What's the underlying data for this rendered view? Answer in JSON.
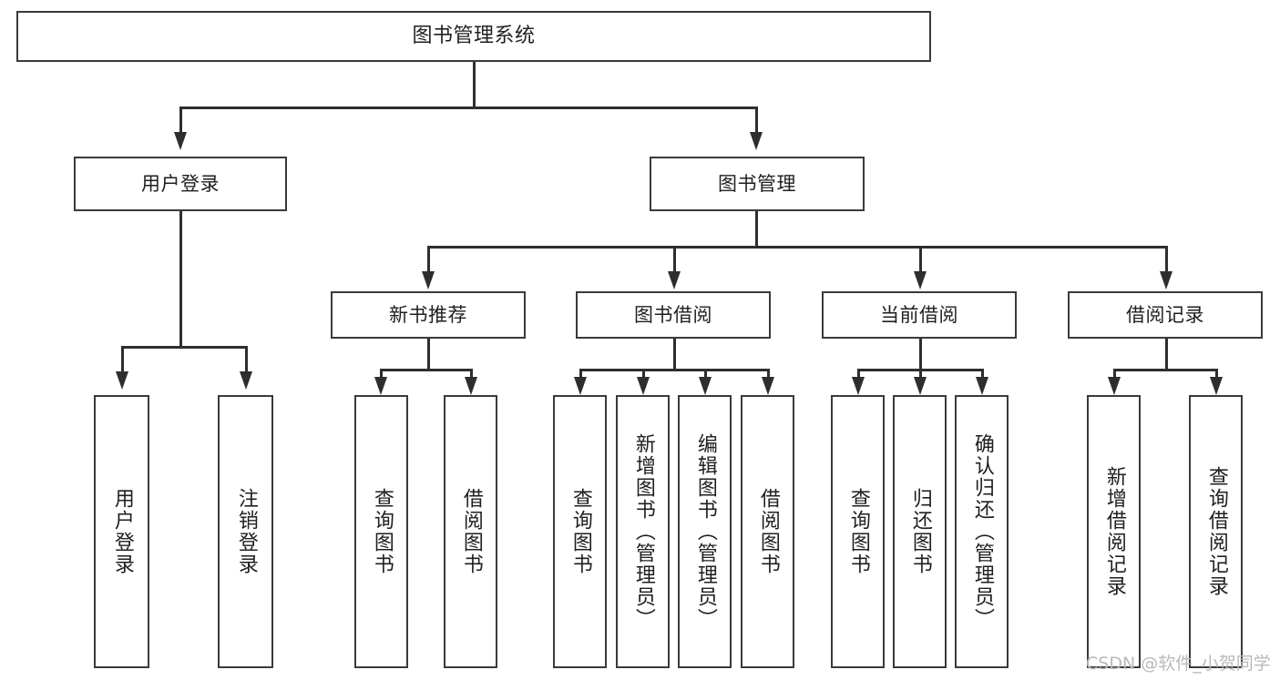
{
  "diagram": {
    "title": "图书管理系统",
    "type": "功能结构图",
    "watermark": "CSDN @软件_小贺同学"
  },
  "nodes": {
    "root": {
      "label": "图书管理系统"
    },
    "level2": [
      {
        "label": "用户登录"
      },
      {
        "label": "图书管理"
      }
    ],
    "level3": [
      {
        "label": "新书推荐"
      },
      {
        "label": "图书借阅"
      },
      {
        "label": "当前借阅"
      },
      {
        "label": "借阅记录"
      }
    ],
    "leaves_user_login": [
      {
        "label": "用户登录"
      },
      {
        "label": "注销登录"
      }
    ],
    "leaves_new_book": [
      {
        "label": "查询图书"
      },
      {
        "label": "借阅图书"
      }
    ],
    "leaves_borrow": [
      {
        "label": "查询图书"
      },
      {
        "label": "新增图书（管理员）"
      },
      {
        "label": "编辑图书（管理员）"
      },
      {
        "label": "借阅图书"
      }
    ],
    "leaves_current": [
      {
        "label": "查询图书"
      },
      {
        "label": "归还图书"
      },
      {
        "label": "确认归还（管理员）"
      }
    ],
    "leaves_record": [
      {
        "label": "新增借阅记录"
      },
      {
        "label": "查询借阅记录"
      }
    ]
  },
  "colors": {
    "box_border": "#3a3a3a",
    "connector": "#2e2e2e",
    "background": "#ffffff",
    "text": "#1f1f1f",
    "watermark": "#b9b9b9"
  }
}
